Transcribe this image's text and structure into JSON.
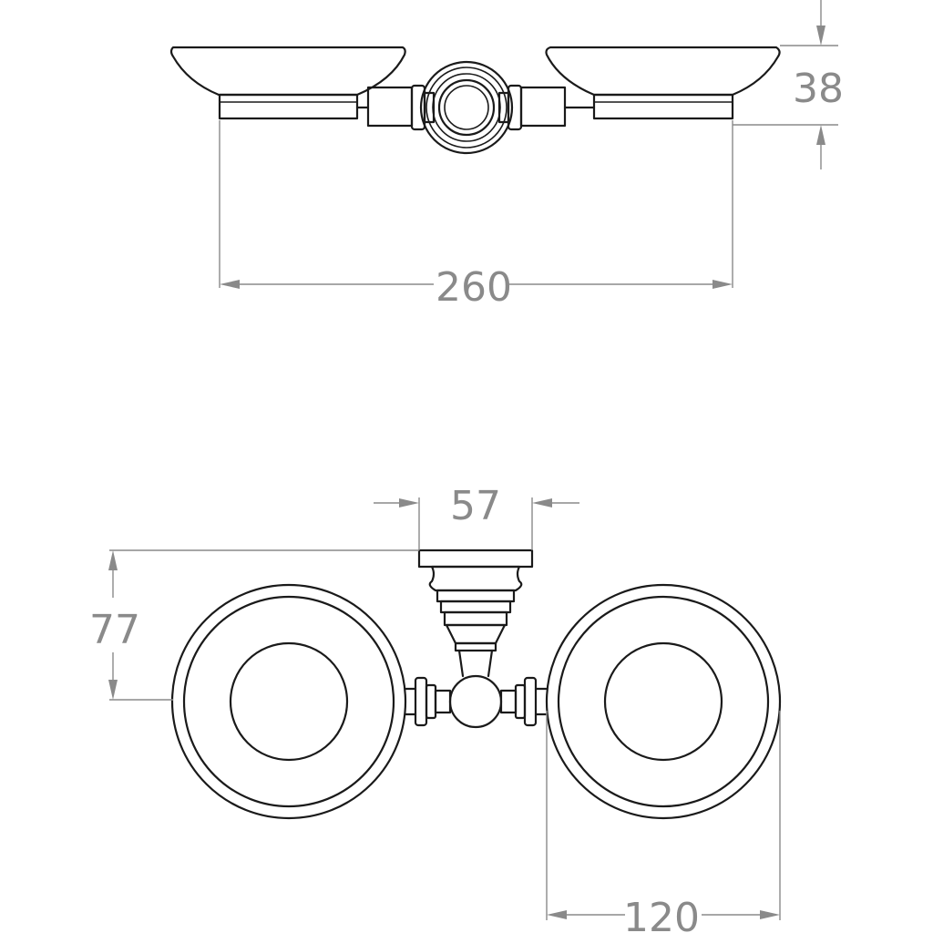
{
  "dimensions": {
    "total_width": "260",
    "dish_height": "38",
    "mount_width": "57",
    "projection": "77",
    "dish_diameter": "120"
  },
  "colors": {
    "outline": "#1a1a1a",
    "dimension": "#8a8a8a",
    "background": "#ffffff"
  }
}
